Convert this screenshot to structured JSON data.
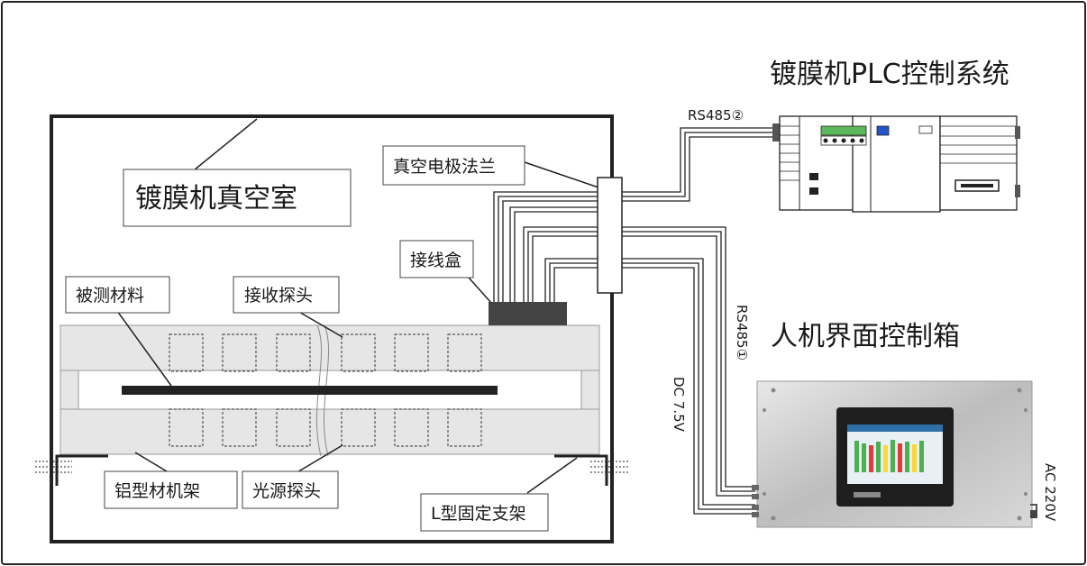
{
  "labels": {
    "plc_system": "镀膜机PLC控制系统",
    "vacuum_chamber": "镀膜机真空室",
    "flange": "真空电极法兰",
    "junction_box": "接线盒",
    "material": "被测材料",
    "receive_probe": "接收探头",
    "hmi_box": "人机界面控制箱",
    "aluminum_frame": "铝型材机架",
    "light_probe": "光源探头",
    "l_bracket": "L型固定支架"
  },
  "signals": {
    "rs485_2": "RS485②",
    "rs485_1": "RS485①",
    "dc": "DC 7.5V",
    "ac": "AC 220V"
  },
  "colors": {
    "frame_gray": "#e6e6e6",
    "panel_steel": "#c9c9c9",
    "plc_screen_green": "#5cb85c",
    "plc_screen_blue": "#2255cc"
  }
}
